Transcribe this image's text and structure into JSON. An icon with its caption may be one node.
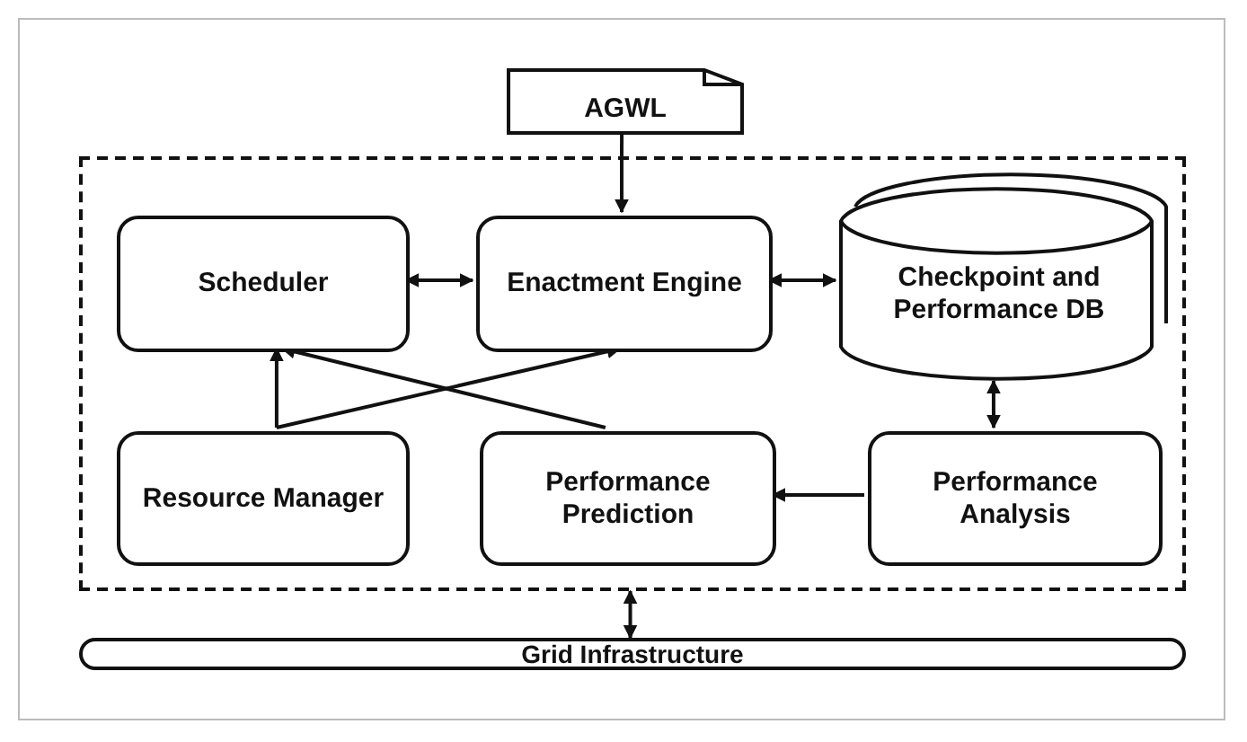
{
  "diagram": {
    "nodes": [
      {
        "text": [
          "AGWL"
        ]
      },
      {
        "text": [],
        "shape": "box"
      },
      {
        "text": [
          "Scheduler"
        ],
        "in": 1
      },
      {
        "text": [
          "Enactment Engine"
        ],
        "in": 1
      },
      {
        "text": [
          "Checkpoint and Performance DB"
        ],
        "in": 1
      },
      {
        "text": [
          "Resource Manager"
        ],
        "in": 1
      },
      {
        "text": [
          "Performance Prediction"
        ],
        "in": 1
      },
      {
        "text": [
          "Performance Analysis"
        ],
        "in": 1
      },
      {
        "text": [
          "Grid Infrastructure"
        ]
      }
    ],
    "edges": [
      {
        "from": 0,
        "to": 3,
        "arrow": "to"
      },
      {
        "from": 2,
        "to": 3,
        "arrow": "both"
      },
      {
        "from": 3,
        "to": 4,
        "arrow": "both"
      },
      {
        "from": 5,
        "to": 2,
        "arrow": "to"
      },
      {
        "from": 5,
        "to": 3,
        "arrow": "to"
      },
      {
        "from": 6,
        "to": 2,
        "arrow": "to"
      },
      {
        "from": 4,
        "to": 7,
        "arrow": "both"
      },
      {
        "from": 7,
        "to": 6,
        "arrow": "to"
      },
      {
        "from": 1,
        "to": 8,
        "arrow": "both"
      }
    ]
  }
}
